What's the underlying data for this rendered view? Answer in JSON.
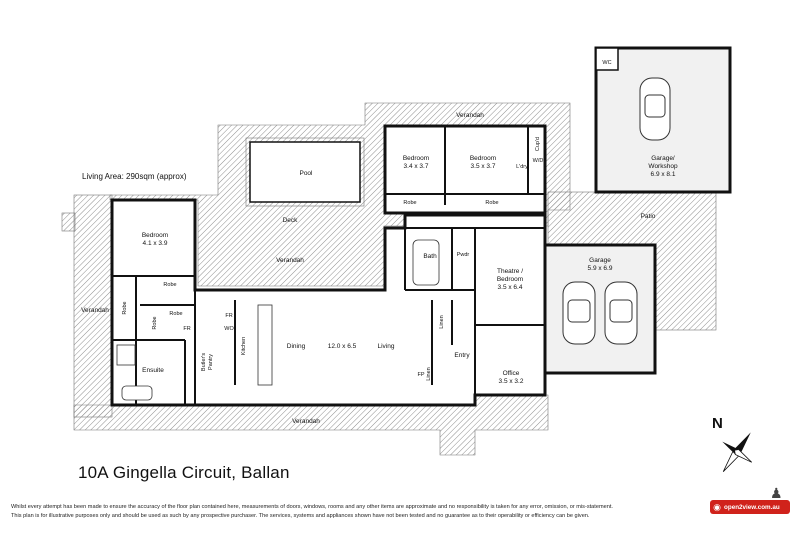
{
  "plan": {
    "living_area": "Living Area: 290sqm (approx)",
    "address": "10A Gingella Circuit, Ballan",
    "north_label": "N"
  },
  "rooms": {
    "pool": "Pool",
    "deck": "Deck",
    "verandah_top": "Verandah",
    "verandah_mid": "Verandah",
    "verandah_left": "Verandah",
    "verandah_bottom": "Verandah",
    "bed1_name": "Bedroom",
    "bed1_dim": "3.4 x 3.7",
    "bed2_name": "Bedroom",
    "bed2_dim": "3.5 x 3.7",
    "robe_bed1": "Robe",
    "robe_bed2": "Robe",
    "laundry": "L'dry",
    "cupd": "Cup'd",
    "wd": "W/D",
    "garage_ws_line1": "Garage/",
    "garage_ws_line2": "Workshop",
    "garage_ws_dim": "6.9 x 8.1",
    "wc": "WC",
    "patio": "Patio",
    "garage_name": "Garage",
    "garage_dim": "5.9 x 6.9",
    "theatre_line1": "Theatre /",
    "theatre_line2": "Bedroom",
    "theatre_dim": "3.5 x 6.4",
    "office_name": "Office",
    "office_dim": "3.5 x 3.2",
    "bath": "Bath",
    "pwdr": "Pwdr",
    "entry": "Entry",
    "linen1": "Linen",
    "linen2": "Linen",
    "fp": "FP",
    "master_name": "Bedroom",
    "master_dim": "4.1 x 3.9",
    "robe_a": "Robe",
    "robe_b": "Robe",
    "robe_c": "Robe",
    "robe_d": "Robe",
    "ensuite": "Ensuite",
    "fr1": "FR",
    "fr2": "FR",
    "wo": "WO",
    "butlers_line1": "Butler's",
    "butlers_line2": "Pantry",
    "kitchen": "Kitchen",
    "dining": "Dining",
    "main_dim": "12.0 x 6.5",
    "living": "Living"
  },
  "disclaimer": {
    "line1": "Whilst every attempt has been made to ensure the accuracy of the floor plan contained here, measurements of doors, windows, rooms and any other items are approximate and no responsibility is taken for any error, omission, or mis-statement.",
    "line2": "This plan is for illustrative purposes only and should be used as such by any prospective purchaser. The services, systems and appliances shown have not been tested and no guarantee as to their operability or efficiency can be given."
  },
  "brand": {
    "name": "open2view.com.au"
  },
  "colors": {
    "wall": "#000000",
    "hatch": "#8a8a8a",
    "garage_fill": "#f1f1f1",
    "brand": "#d0221b"
  }
}
